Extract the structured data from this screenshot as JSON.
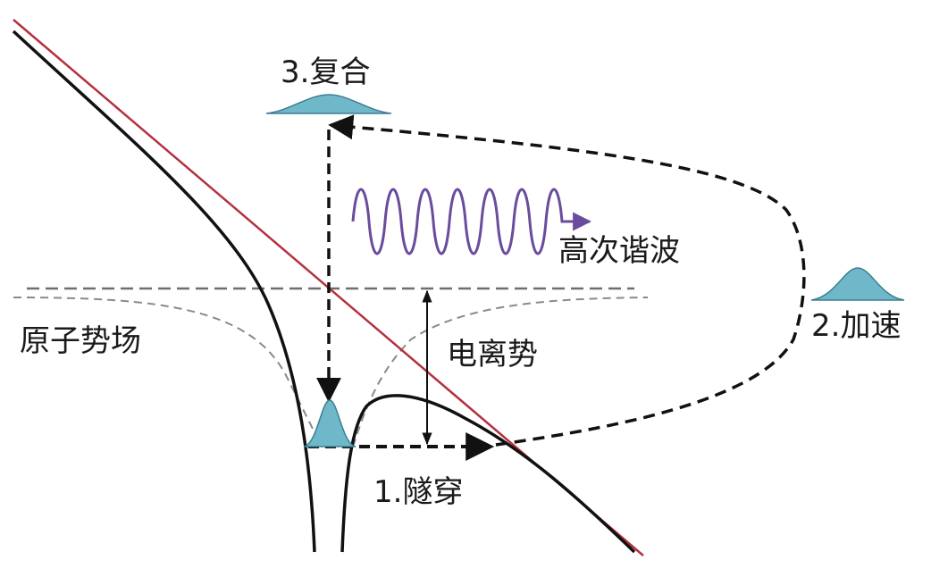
{
  "labels": {
    "recombination": "3.复合",
    "harmonic": "高次谐波",
    "atomic_field": "原子势场",
    "ionization_potential": "电离势",
    "acceleration": "2.加速",
    "tunneling": "1.隧穿"
  },
  "colors": {
    "potential_curve": "#111111",
    "laser_field_line": "#b5303f",
    "atomic_potential_dashed": "#8a8a8a",
    "electron_path": "#111111",
    "wave_packet_fill": "#6fb8c9",
    "wave_packet_stroke": "#3b7f92",
    "harmonic_wave": "#6a4c9c"
  }
}
